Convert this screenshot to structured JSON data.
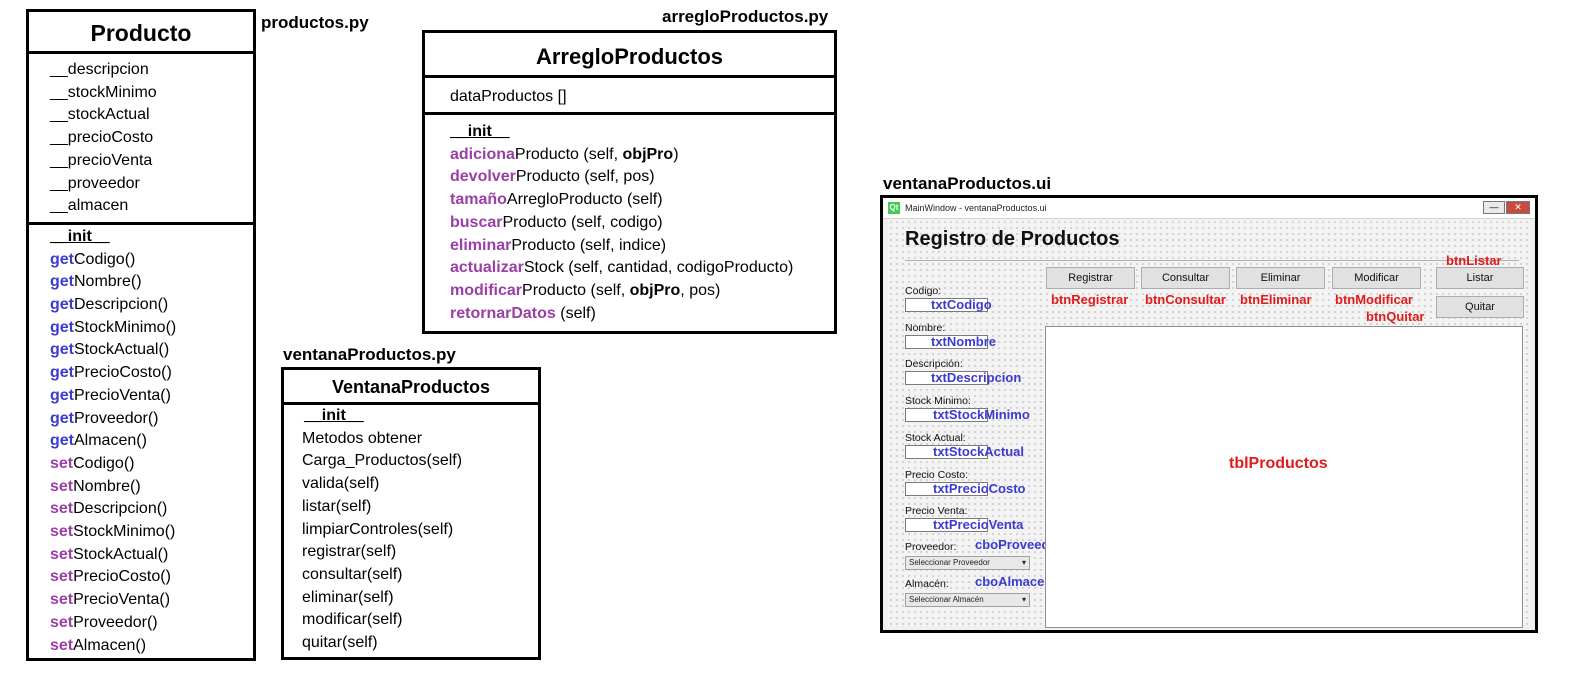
{
  "files": {
    "productos": "productos.py",
    "arreglo": "arregloProductos.py",
    "ventana_py": "ventanaProductos.py",
    "ventana_ui": "ventanaProductos.ui"
  },
  "producto": {
    "title": "Producto",
    "attributes": [
      "__descripcion",
      "__stockMinimo",
      "__stockActual",
      "__precioCosto",
      "__precioVenta",
      "__proveedor",
      "__almacen"
    ],
    "init": "__init__",
    "methods": [
      {
        "prefix": "get",
        "name": "Codigo()",
        "color": "blue"
      },
      {
        "prefix": "get",
        "name": "Nombre()",
        "color": "blue"
      },
      {
        "prefix": "get",
        "name": "Descripcion()",
        "color": "blue"
      },
      {
        "prefix": "get",
        "name": "StockMinimo()",
        "color": "blue"
      },
      {
        "prefix": "get",
        "name": "StockActual()",
        "color": "blue"
      },
      {
        "prefix": "get",
        "name": "PrecioCosto()",
        "color": "blue"
      },
      {
        "prefix": "get",
        "name": "PrecioVenta()",
        "color": "blue"
      },
      {
        "prefix": "get",
        "name": "Proveedor()",
        "color": "blue"
      },
      {
        "prefix": "get",
        "name": "Almacen()",
        "color": "blue"
      },
      {
        "prefix": "set",
        "name": "Codigo()",
        "color": "purple"
      },
      {
        "prefix": "set",
        "name": "Nombre()",
        "color": "purple"
      },
      {
        "prefix": "set",
        "name": "Descripcion()",
        "color": "purple"
      },
      {
        "prefix": "set",
        "name": "StockMinimo()",
        "color": "purple"
      },
      {
        "prefix": "set",
        "name": "StockActual()",
        "color": "purple"
      },
      {
        "prefix": "set",
        "name": "PrecioCosto()",
        "color": "purple"
      },
      {
        "prefix": "set",
        "name": "PrecioVenta()",
        "color": "purple"
      },
      {
        "prefix": "set",
        "name": "Proveedor()",
        "color": "purple"
      },
      {
        "prefix": "set",
        "name": "Almacen()",
        "color": "purple"
      }
    ]
  },
  "arreglo": {
    "title": "ArregloProductos",
    "attribute": "dataProductos []",
    "init": "__init__",
    "methods": [
      {
        "prefix": "adiciona",
        "rest": "Producto (self, ",
        "bold": "objPro",
        "tail": ")"
      },
      {
        "prefix": "devolver",
        "rest": "Producto (self, pos)",
        "bold": "",
        "tail": ""
      },
      {
        "prefix": "tamaño",
        "rest": "ArregloProducto (self)",
        "bold": "",
        "tail": ""
      },
      {
        "prefix": "buscar",
        "rest": "Producto (self, codigo)",
        "bold": "",
        "tail": ""
      },
      {
        "prefix": "eliminar",
        "rest": "Producto (self, indice)",
        "bold": "",
        "tail": ""
      },
      {
        "prefix": "actualizar",
        "rest": "Stock (self, cantidad, codigoProducto)",
        "bold": "",
        "tail": ""
      },
      {
        "prefix": "modificar",
        "rest": "Producto (self, ",
        "bold": "objPro",
        "tail": ", pos)"
      },
      {
        "prefix": "retornarDatos",
        "rest": " (self)",
        "bold": "",
        "tail": ""
      }
    ]
  },
  "ventana": {
    "title": "VentanaProductos",
    "init": "__init__",
    "methods": [
      "Metodos obtener",
      "Carga_Productos(self)",
      "valida(self)",
      "listar(self)",
      "limpiarControles(self)",
      "registrar(self)",
      "consultar(self)",
      "eliminar(self)",
      "modificar(self)",
      "quitar(self)"
    ]
  },
  "window": {
    "title": "MainWindow - ventanaProductos.ui",
    "heading": "Registro de Productos",
    "fields": [
      {
        "label": "Codigo:",
        "widget": "txtCodigo"
      },
      {
        "label": "Nombre:",
        "widget": "txtNombre"
      },
      {
        "label": "Descripción:",
        "widget": "txtDescripcion"
      },
      {
        "label": "Stock Minimo:",
        "widget": "txtStockMinimo"
      },
      {
        "label": "Stock Actual:",
        "widget": "txtStockActual"
      },
      {
        "label": "Precio Costo:",
        "widget": "txtPrecioCosto"
      },
      {
        "label": "Precio Venta:",
        "widget": "txtPrecioVenta"
      }
    ],
    "combos": [
      {
        "label": "Proveedor:",
        "value": "Seleccionar Proveedor",
        "widget": "cboProveedor"
      },
      {
        "label": "Almacén:",
        "value": "Seleccionar Almacén",
        "widget": "cboAlmacen"
      }
    ],
    "buttons": [
      {
        "label": "Registrar",
        "widget": "btnRegistrar"
      },
      {
        "label": "Consultar",
        "widget": "btnConsultar"
      },
      {
        "label": "Eliminar",
        "widget": "btnEliminar"
      },
      {
        "label": "Modificar",
        "widget": "btnModificar"
      },
      {
        "label": "Listar",
        "widget": "btnListar"
      },
      {
        "label": "Quitar",
        "widget": "btnQuitar"
      }
    ],
    "table_name": "tblProductos",
    "colors": {
      "blue": "#3b3bd0",
      "red": "#e01b1b",
      "purple": "#9b3ea6"
    }
  }
}
